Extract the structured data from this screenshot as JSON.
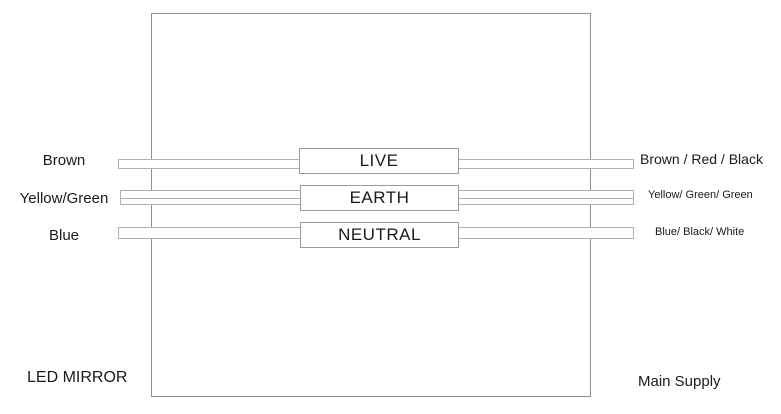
{
  "diagram": {
    "title_implicit": "LED mirror wiring diagram",
    "device_label": "LED MIRROR",
    "supply_label": "Main Supply",
    "wires": [
      {
        "id": "live",
        "left_label": "Brown",
        "terminal_label": "LIVE",
        "right_label": "Brown / Red / Black"
      },
      {
        "id": "earth",
        "left_label": "Yellow/Green",
        "terminal_label": "EARTH",
        "right_label": "Yellow/ Green/ Green"
      },
      {
        "id": "neutral",
        "left_label": "Blue",
        "terminal_label": "NEUTRAL",
        "right_label": "Blue/ Black/ White"
      }
    ],
    "colors": {
      "background": "#ffffff",
      "text": "#1a1a1a",
      "enclosure_border": "#8f8f8f",
      "wire_border": "#b0b0b0",
      "terminal_border": "#9a9a9a"
    }
  }
}
